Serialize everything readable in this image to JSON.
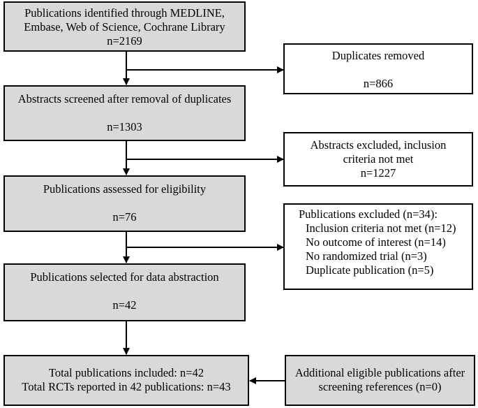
{
  "flow": {
    "identified": {
      "line1": "Publications identified through MEDLINE,",
      "line2": "Embase, Web of Science, Cochrane Library",
      "count": "n=2169"
    },
    "duplicates": {
      "title": "Duplicates removed",
      "count": "n=866"
    },
    "screened": {
      "title": "Abstracts screened after removal of duplicates",
      "count": "n=1303"
    },
    "abstracts_excluded": {
      "line1": "Abstracts excluded, inclusion",
      "line2": "criteria not met",
      "count": "n=1227"
    },
    "assessed": {
      "title": "Publications assessed for eligibility",
      "count": "n=76"
    },
    "pubs_excluded": {
      "title": "Publications excluded (n=34):",
      "reasons": [
        "Inclusion criteria not met (n=12)",
        "No outcome of interest (n=14)",
        "No randomized trial (n=3)",
        "Duplicate publication (n=5)"
      ]
    },
    "selected": {
      "title": "Publications selected for data abstraction",
      "count": "n=42"
    },
    "total": {
      "line1": "Total publications included: n=42",
      "line2": "Total RCTs reported in 42 publications: n=43"
    },
    "additional": {
      "line1": "Additional eligible publications after",
      "line2": "screening references (n=0)"
    }
  }
}
